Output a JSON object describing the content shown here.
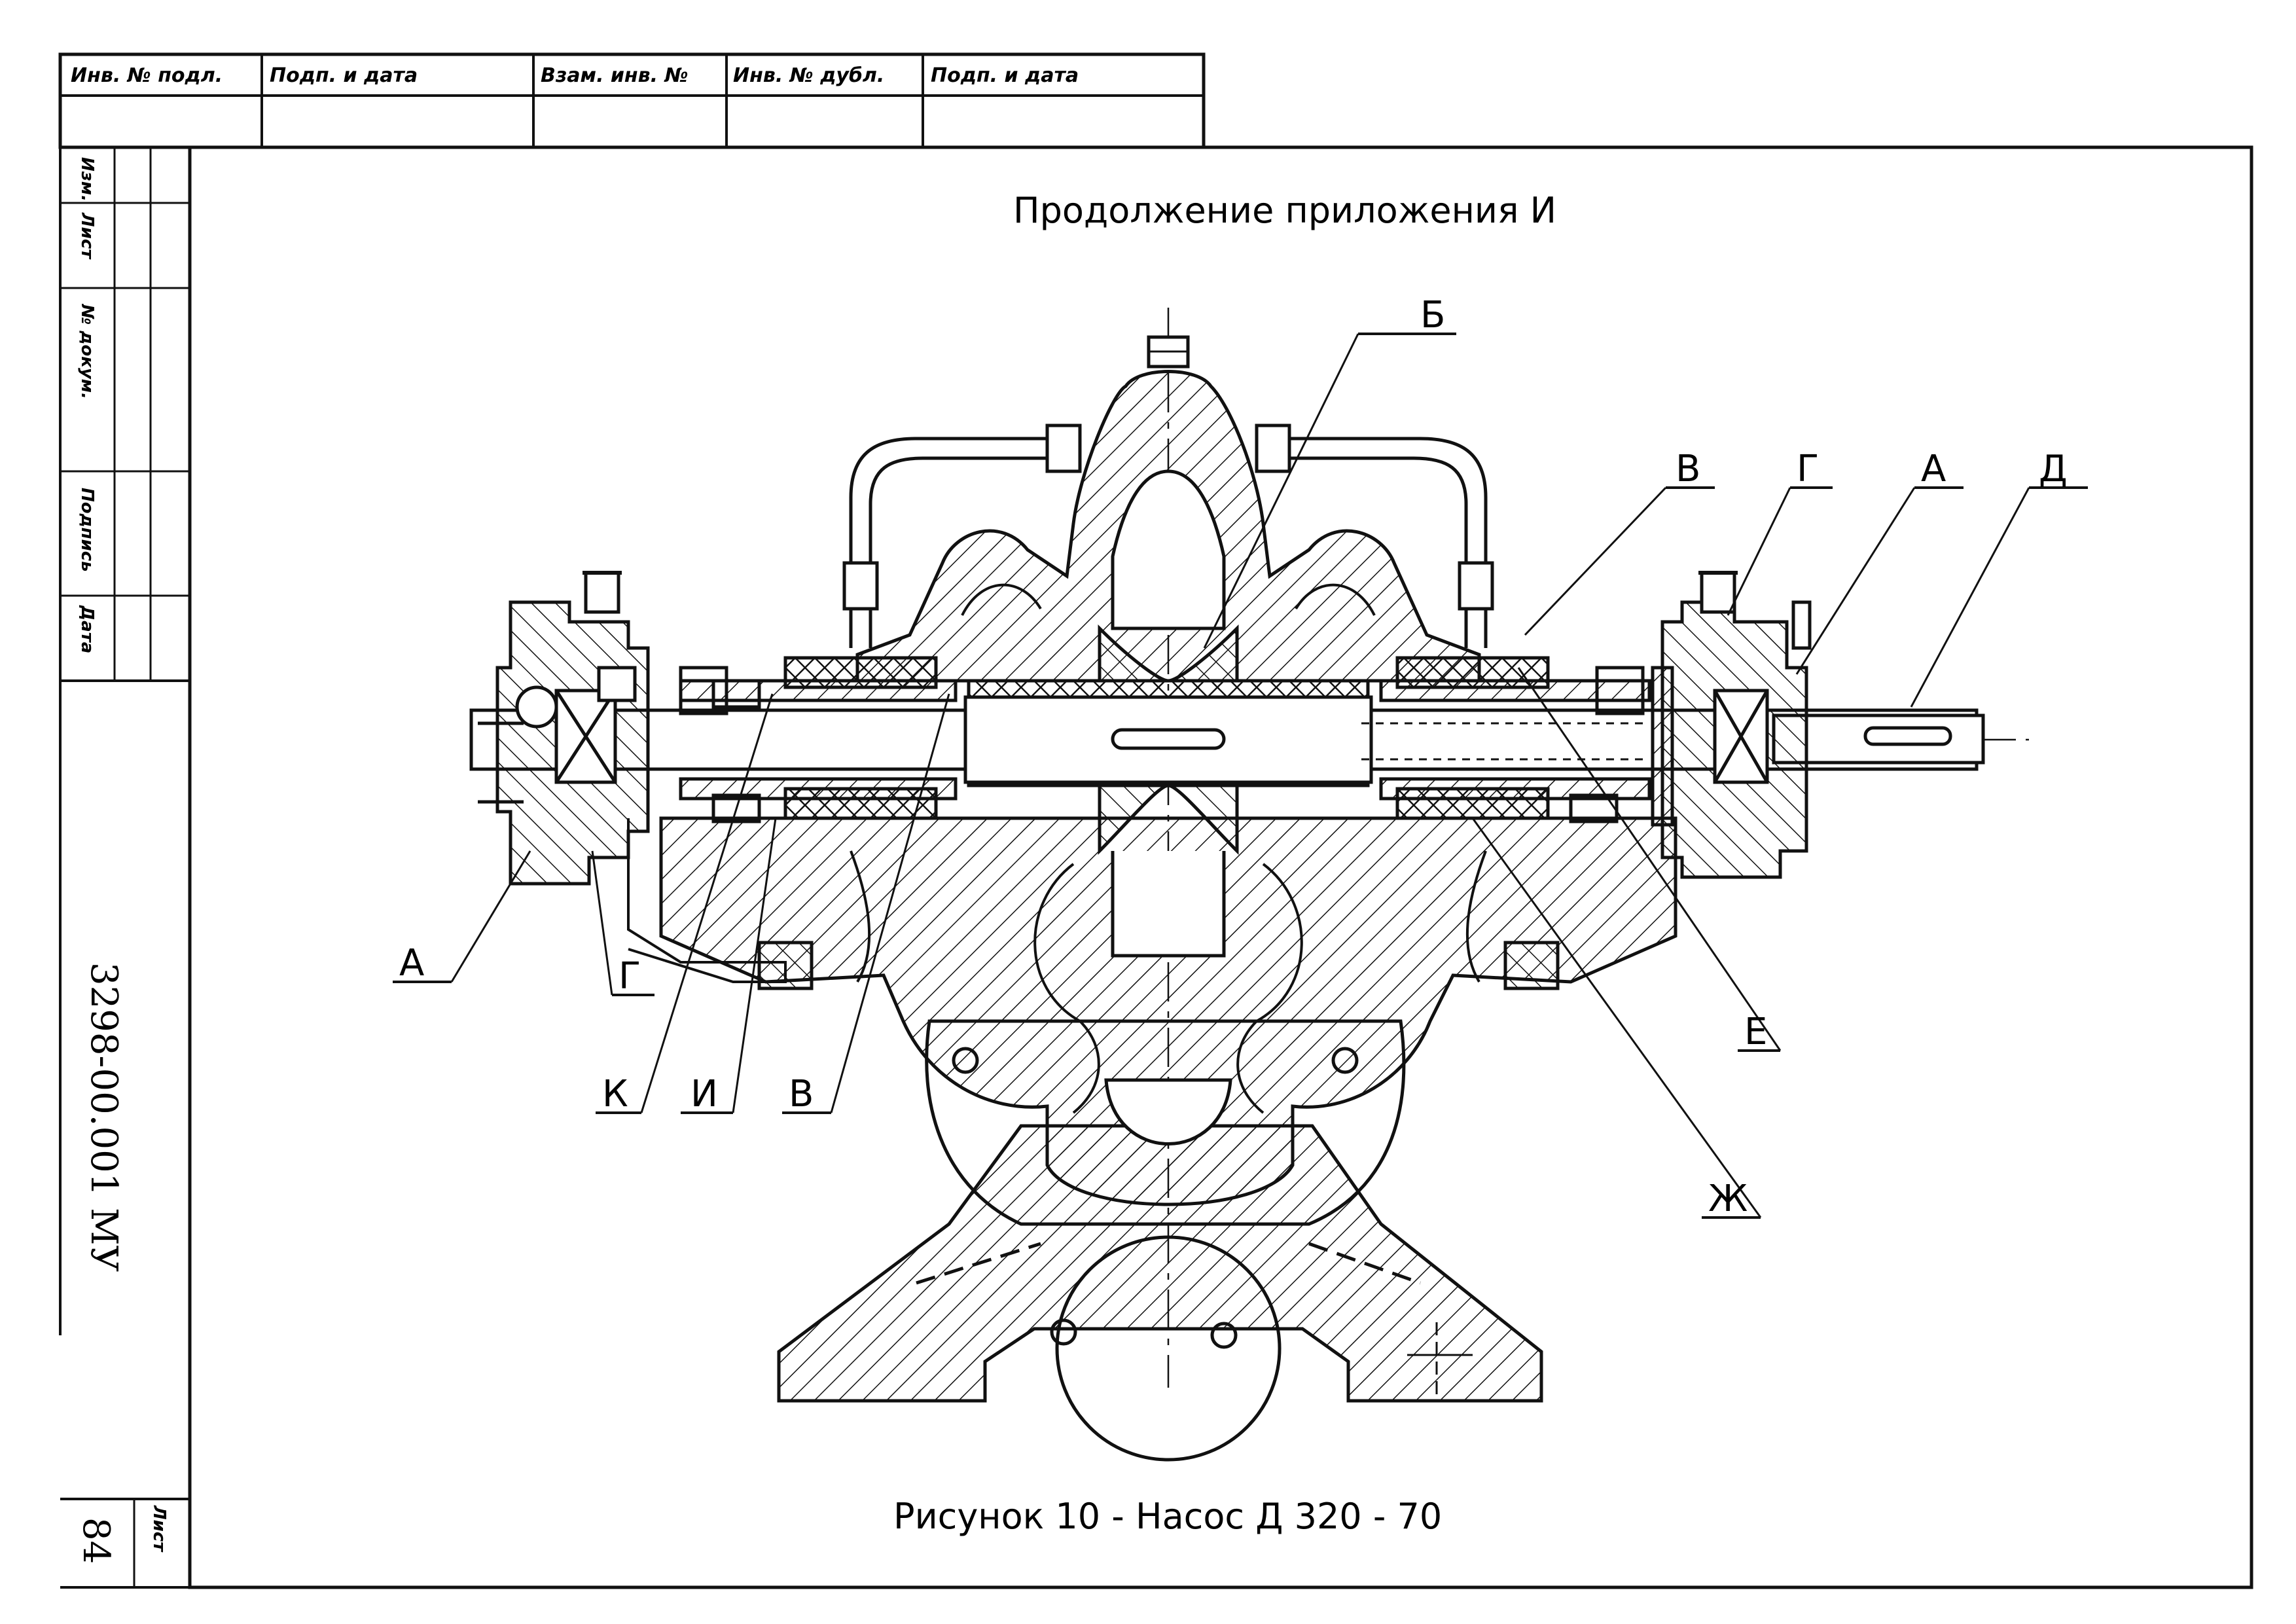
{
  "heading": "Продолжение приложения  И",
  "caption": "Рисунок  10  -  Насос Д 320 - 70",
  "document_number": "3298-00.001 МУ",
  "sheet_label": "Лист",
  "sheet_number": "84",
  "approval_stamp": [
    "Инв. № подл.",
    "Подп. и дата",
    "Взам. инв. №",
    "Инв. № дубл.",
    "Подп. и дата"
  ],
  "revision_table": [
    "Изм.",
    "Лист",
    "№ докум.",
    "Подпись",
    "Дата"
  ],
  "callouts": {
    "B_top": "Б",
    "V_top": "В",
    "G_top": "Г",
    "A_top": "А",
    "D_top": "Д",
    "A_left": "А",
    "G_left": "Г",
    "K": "К",
    "I": "И",
    "V_bottom": "В",
    "E": "Е",
    "ZH": "Ж"
  }
}
